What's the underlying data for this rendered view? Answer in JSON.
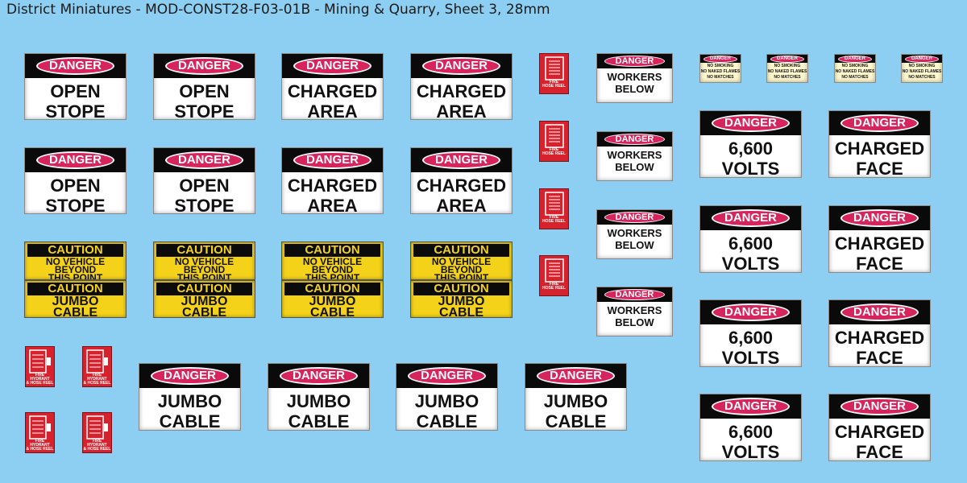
{
  "sheet_title": "District Miniatures - MOD-CONST28-F03-01B - Mining & Quarry, Sheet 3, 28mm",
  "colors": {
    "background": "#8dcff3",
    "danger_red": "#d8245c",
    "caution_yellow": "#f4d21a",
    "hose_red": "#d5222c"
  },
  "icons": {
    "hose_reel": "hose-reel-icon",
    "hydrant": "fire-hydrant-icon"
  },
  "signs": {
    "danger_label": "DANGER",
    "caution_label": "CAUTION",
    "open_stope": {
      "line1": "OPEN",
      "line2": "STOPE"
    },
    "charged_area": {
      "line1": "CHARGED",
      "line2": "AREA"
    },
    "no_vehicle": {
      "line1": "NO VEHICLE",
      "line2": "BEYOND",
      "line3": "THIS POINT"
    },
    "jumbo_cable": {
      "line1": "JUMBO",
      "line2": "CABLE"
    },
    "workers_below": {
      "line1": "WORKERS",
      "line2": "BELOW"
    },
    "no_smoking": {
      "line1": "NO SMOKING",
      "line2": "NO NAKED FLAMES",
      "line3": "NO MATCHES"
    },
    "volts": {
      "line1": "6,600",
      "line2": "VOLTS"
    },
    "charged_face": {
      "line1": "CHARGED",
      "line2": "FACE"
    },
    "fire_hose_reel": {
      "line1": "FIRE",
      "line2": "HOSE REEL"
    },
    "fire_hydrant": {
      "line1": "FIRE HYDRANT",
      "line2": "& HOSE REEL"
    }
  }
}
